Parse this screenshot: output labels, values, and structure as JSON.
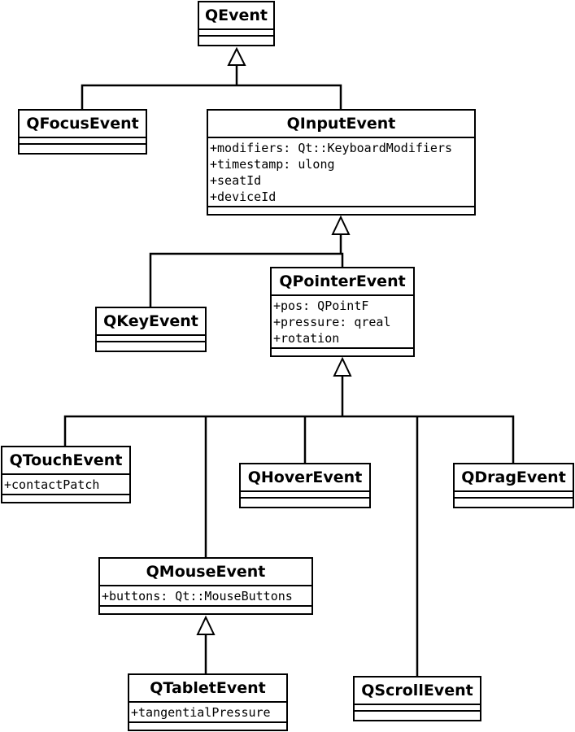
{
  "diagram": {
    "classes": {
      "qevent": {
        "name": "QEvent",
        "attributes": []
      },
      "qfocusevent": {
        "name": "QFocusEvent",
        "attributes": []
      },
      "qinputevent": {
        "name": "QInputEvent",
        "attributes": [
          "+modifiers: Qt::KeyboardModifiers",
          "+timestamp: ulong",
          "+seatId",
          "+deviceId"
        ]
      },
      "qkeyevent": {
        "name": "QKeyEvent",
        "attributes": []
      },
      "qpointerevent": {
        "name": "QPointerEvent",
        "attributes": [
          "+pos: QPointF",
          "+pressure: qreal",
          "+rotation"
        ]
      },
      "qtouchevent": {
        "name": "QTouchEvent",
        "attributes": [
          "+contactPatch"
        ]
      },
      "qhoverevent": {
        "name": "QHoverEvent",
        "attributes": []
      },
      "qdragevent": {
        "name": "QDragEvent",
        "attributes": []
      },
      "qmouseevent": {
        "name": "QMouseEvent",
        "attributes": [
          "+buttons: Qt::MouseButtons"
        ]
      },
      "qtabletevent": {
        "name": "QTabletEvent",
        "attributes": [],
        "attributes_list": [
          "+tangentialPressure"
        ]
      },
      "qscrollevent": {
        "name": "QScrollEvent",
        "attributes": []
      }
    },
    "inheritance": [
      {
        "parent": "QEvent",
        "children": [
          "QFocusEvent",
          "QInputEvent"
        ]
      },
      {
        "parent": "QInputEvent",
        "children": [
          "QKeyEvent",
          "QPointerEvent"
        ]
      },
      {
        "parent": "QPointerEvent",
        "children": [
          "QTouchEvent",
          "QMouseEvent",
          "QHoverEvent",
          "QScrollEvent",
          "QDragEvent"
        ]
      },
      {
        "parent": "QMouseEvent",
        "children": [
          "QTabletEvent"
        ]
      }
    ]
  }
}
